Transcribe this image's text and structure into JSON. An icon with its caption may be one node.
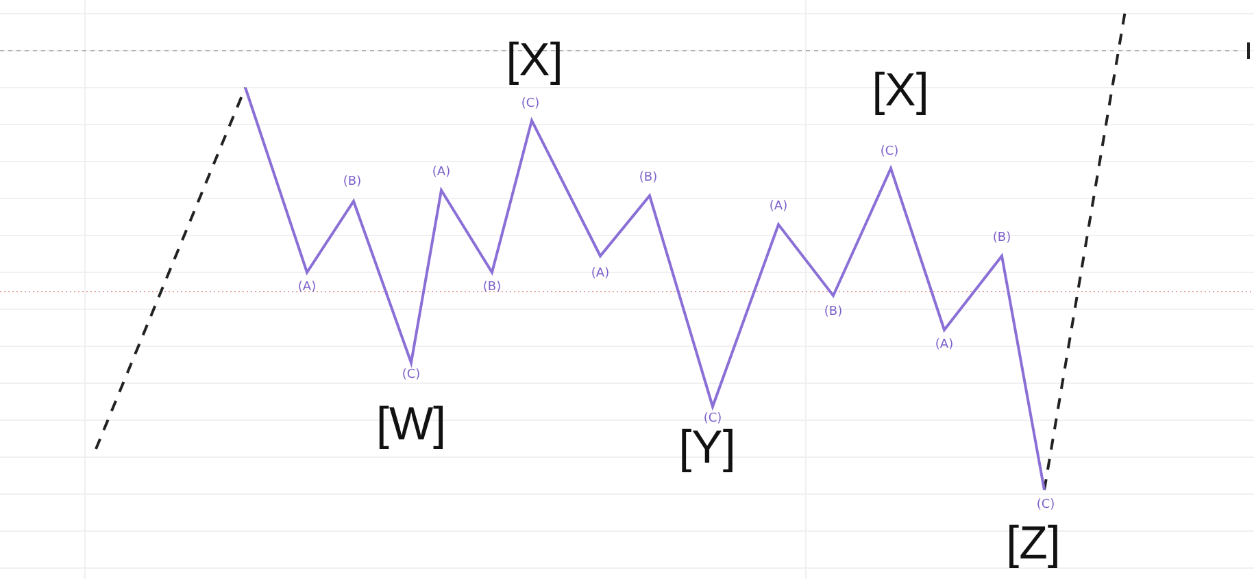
{
  "diagram": {
    "labels": [
      "[X]",
      "[X]",
      "(C)",
      "(C)",
      "(A)",
      "(B)",
      "(B)",
      "(A)",
      "(B)",
      "(A)",
      "(A)",
      "(B)",
      "(B)",
      "(A)",
      "(C)",
      "[W]",
      "(C)",
      "[Y]",
      "(C)",
      "[Z]"
    ]
  }
}
